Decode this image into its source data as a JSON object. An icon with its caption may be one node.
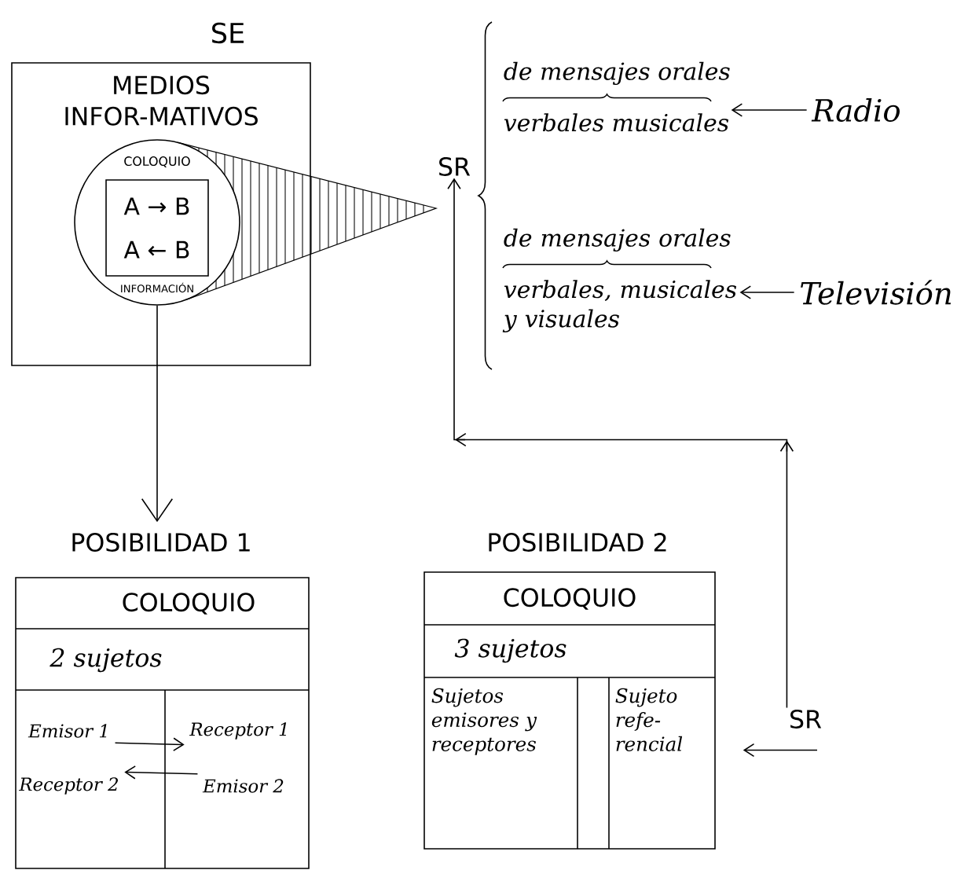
{
  "diagram": {
    "nodes": [
      {
        "text": [
          "SE",
          "MEDIOS INFOR-MATIVOS"
        ]
      },
      {
        "text": [
          "COLOQUIO",
          "INFORMACIÓN"
        ],
        "in": 0
      },
      {
        "text": [
          "A → B",
          "A ← B"
        ],
        "in": 1
      },
      {
        "text": [
          "SR"
        ]
      },
      {
        "text": [
          "de mensajes orales",
          "verbales musicales"
        ]
      },
      {
        "text": [
          "Radio"
        ]
      },
      {
        "text": [
          "de mensajes orales",
          "verbales, musicales y visuales"
        ]
      },
      {
        "text": [
          "Televisión"
        ]
      },
      {
        "text": [
          "POSIBILIDAD 1",
          "COLOQUIO",
          "2 sujetos"
        ]
      },
      {
        "text": [
          "Emisor 1"
        ],
        "in": 8
      },
      {
        "text": [
          "Receptor 1"
        ],
        "in": 8
      },
      {
        "text": [
          "Receptor 2"
        ],
        "in": 8
      },
      {
        "text": [
          "Emisor 2"
        ],
        "in": 8
      },
      {
        "text": [
          "POSIBILIDAD 2",
          "COLOQUIO",
          "3 sujetos",
          "Sujetos emisores y receptores",
          "Sujeto refe- rencial"
        ]
      },
      {
        "text": [
          "SR"
        ]
      }
    ],
    "edges": [
      {
        "from": 1,
        "to": 8,
        "arrow": "to"
      },
      {
        "from": 5,
        "to": 4,
        "arrow": "to"
      },
      {
        "from": 7,
        "to": 6,
        "arrow": "to"
      },
      {
        "from": 9,
        "to": 10,
        "arrow": "to"
      },
      {
        "from": 12,
        "to": 11,
        "arrow": "to"
      },
      {
        "from": 14,
        "to": 13,
        "arrow": "to"
      },
      {
        "from": 14,
        "to": 3,
        "arrow": "to"
      }
    ]
  }
}
